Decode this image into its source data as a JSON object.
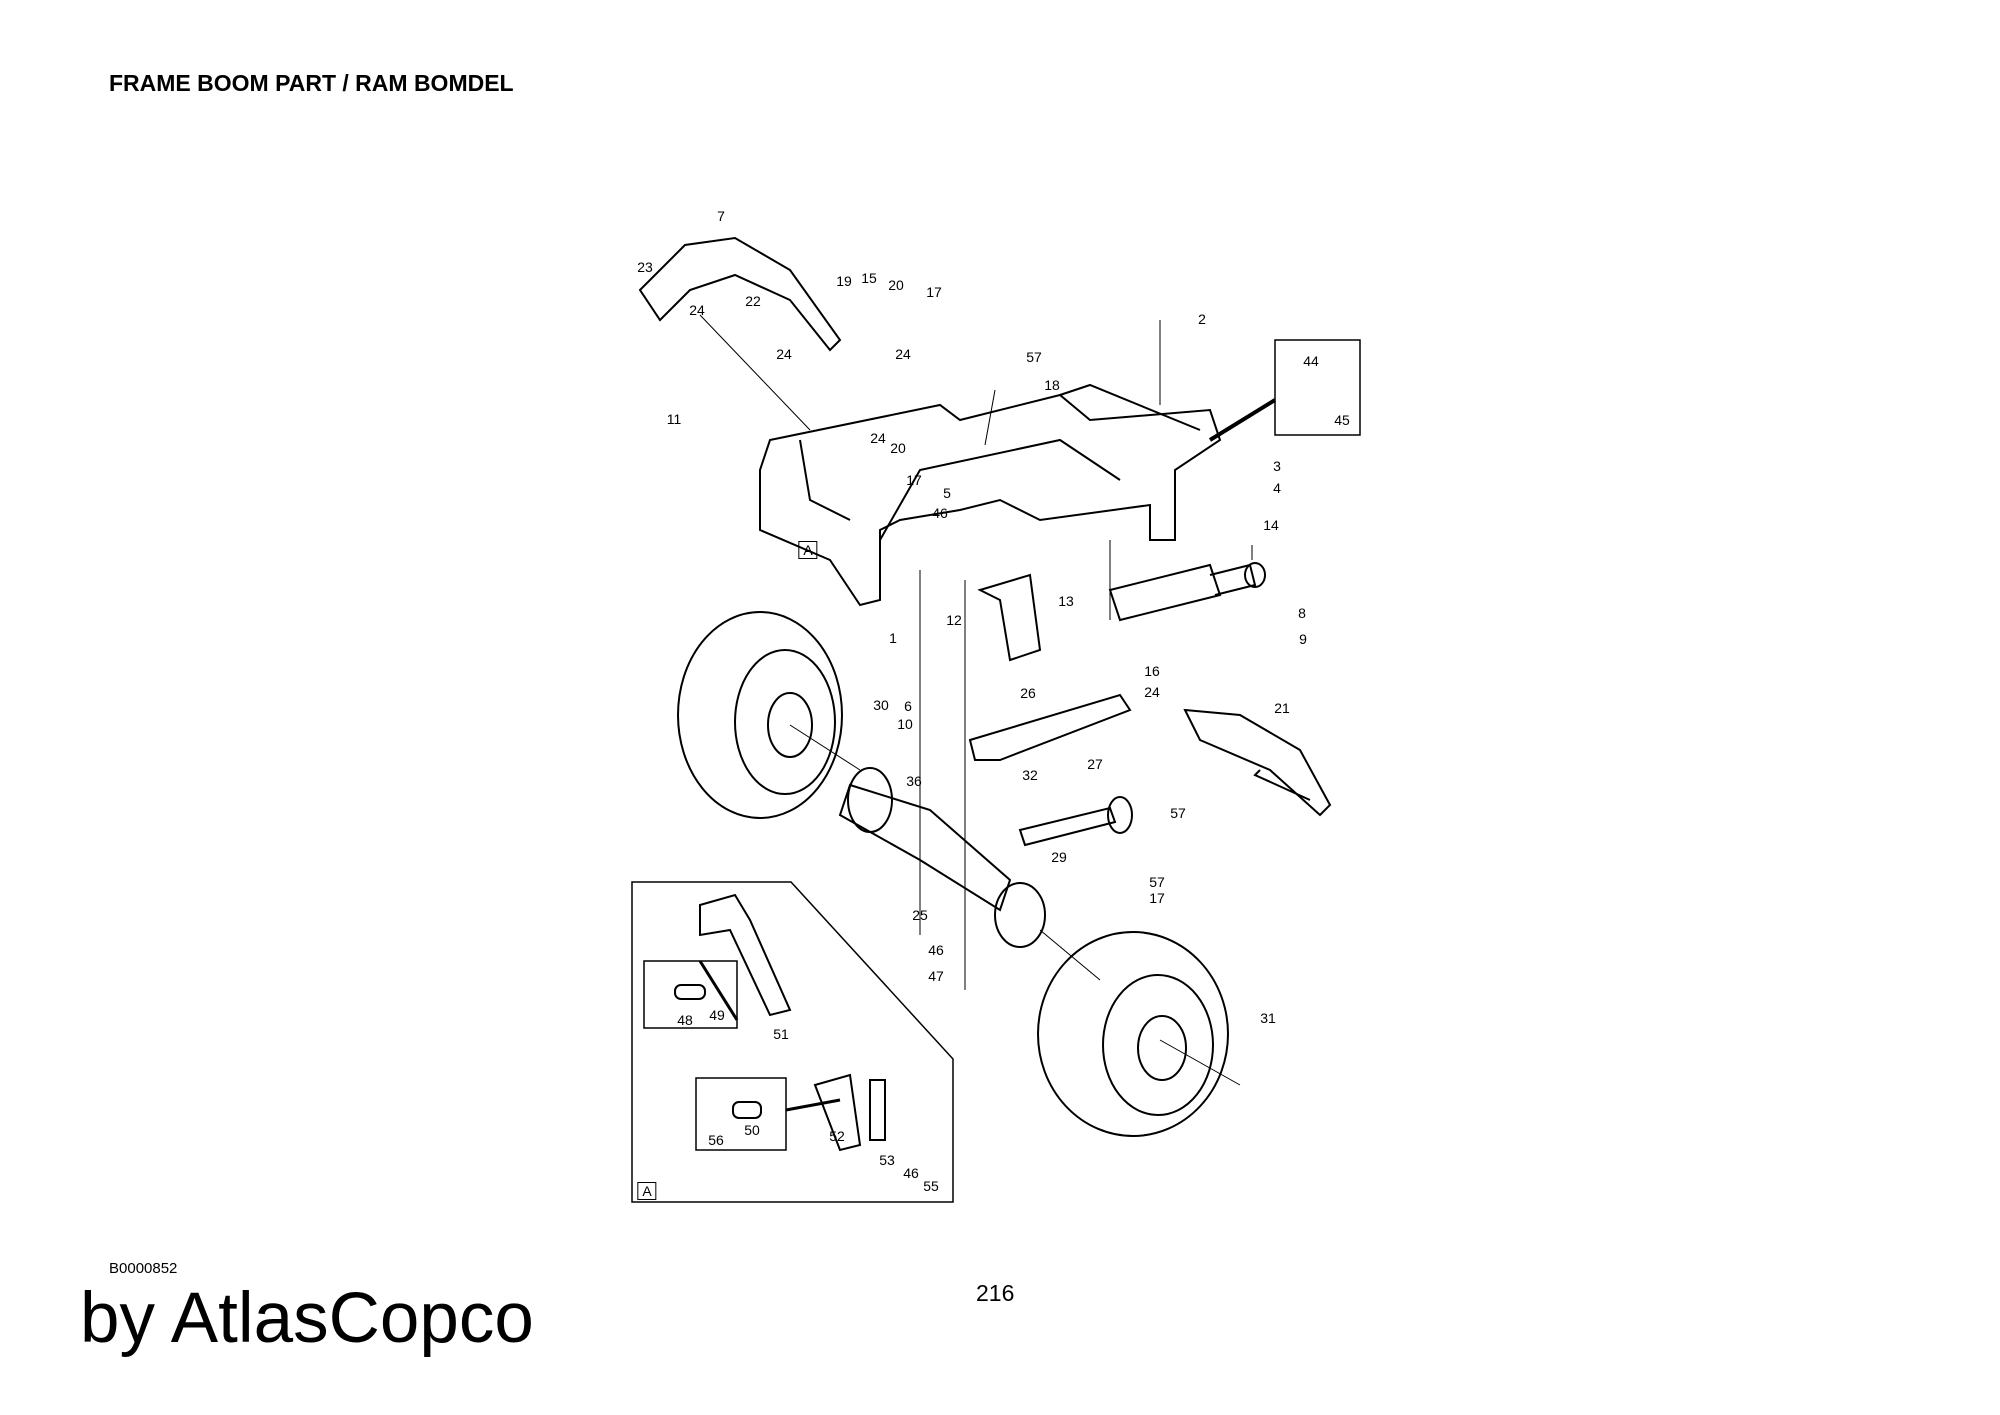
{
  "header": {
    "title": "FRAME BOOM PART / RAM BOMDEL"
  },
  "footer": {
    "doc_id": "B0000852",
    "brand": "by AtlasCopco",
    "page_number": "216"
  },
  "diagram": {
    "callouts": [
      "7",
      "23",
      "24",
      "22",
      "24",
      "19",
      "15",
      "20",
      "24",
      "17",
      "57",
      "18",
      "2",
      "44",
      "45",
      "11",
      "24",
      "20",
      "17",
      "5",
      "46",
      "3",
      "4",
      "14",
      "13",
      "12",
      "1",
      "8",
      "9",
      "16",
      "24",
      "30",
      "6",
      "10",
      "26",
      "21",
      "27",
      "32",
      "57",
      "36",
      "29",
      "57",
      "17",
      "25",
      "46",
      "47",
      "31",
      "48",
      "49",
      "51",
      "50",
      "56",
      "52",
      "53",
      "46",
      "55"
    ],
    "detail_labels": [
      "A",
      "A"
    ]
  }
}
